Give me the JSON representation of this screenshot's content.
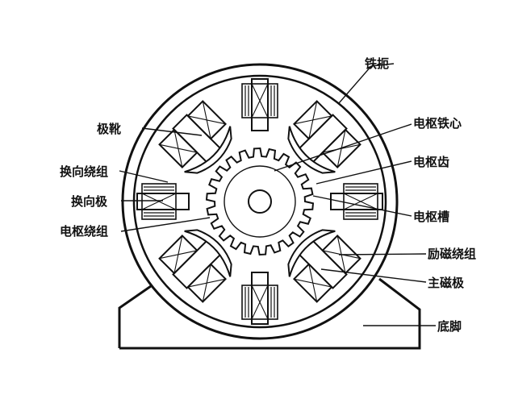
{
  "labels": {
    "yoke": "铁扼",
    "pole_shoe": "极靴",
    "armature_core": "电枢铁心",
    "commutating_winding": "换向绕组",
    "armature_tooth": "电枢齿",
    "commutating_pole": "换向极",
    "armature_slot": "电枢槽",
    "armature_winding": "电枢绕组",
    "field_winding": "励磁绕组",
    "main_pole": "主磁极",
    "base": "底脚"
  }
}
